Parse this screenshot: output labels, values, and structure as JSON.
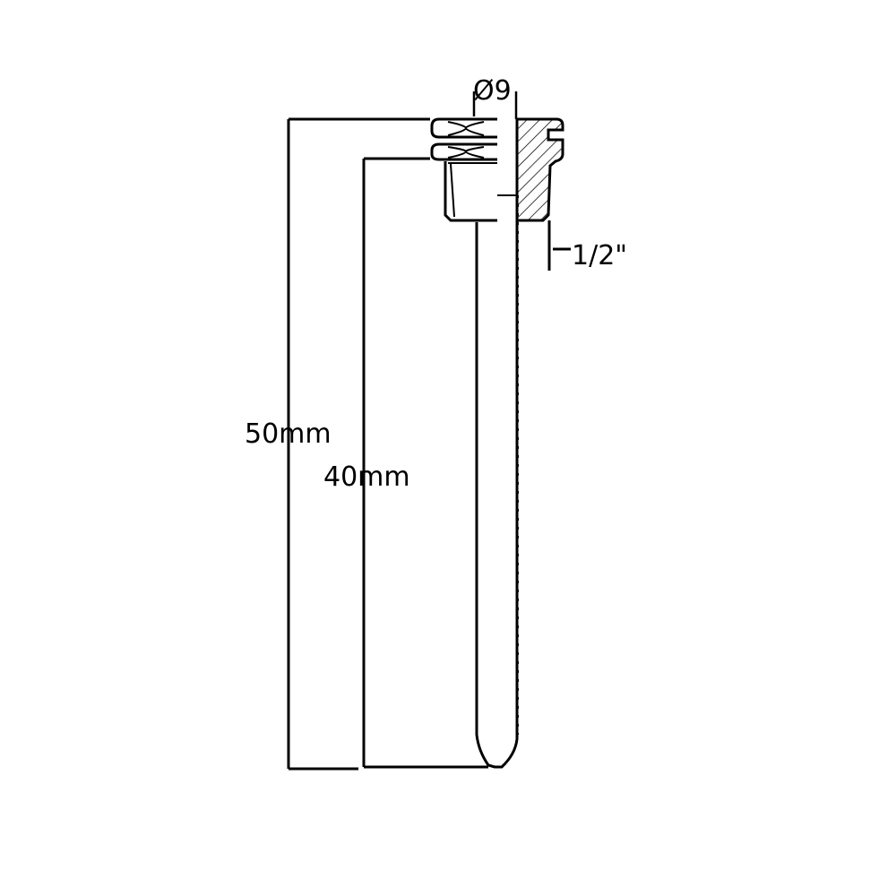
{
  "drawing": {
    "title": "Thermowell dimension drawing",
    "dimensions": {
      "overall_length": "50mm",
      "insertion_length": "40mm",
      "bore_diameter": "Ø9",
      "thread_size": "1/2\""
    },
    "line_color": "#000000",
    "background_color": "#ffffff"
  }
}
